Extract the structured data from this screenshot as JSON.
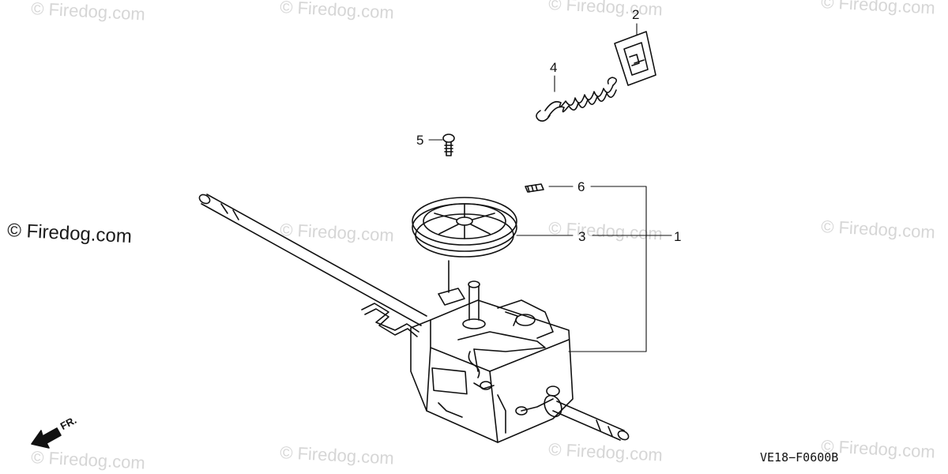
{
  "watermark_text": "Firedog.com",
  "copyright_text": "© Firedog.com",
  "diagram_code": "VE18−F0600B",
  "direction_label": "FR.",
  "callouts": [
    {
      "number": "1"
    },
    {
      "number": "2"
    },
    {
      "number": "3"
    },
    {
      "number": "4"
    },
    {
      "number": "5"
    },
    {
      "number": "6"
    }
  ],
  "colors": {
    "line": "#111111",
    "watermark": "#d6d6d6"
  },
  "icons": {
    "direction": "arrow-front-icon"
  }
}
